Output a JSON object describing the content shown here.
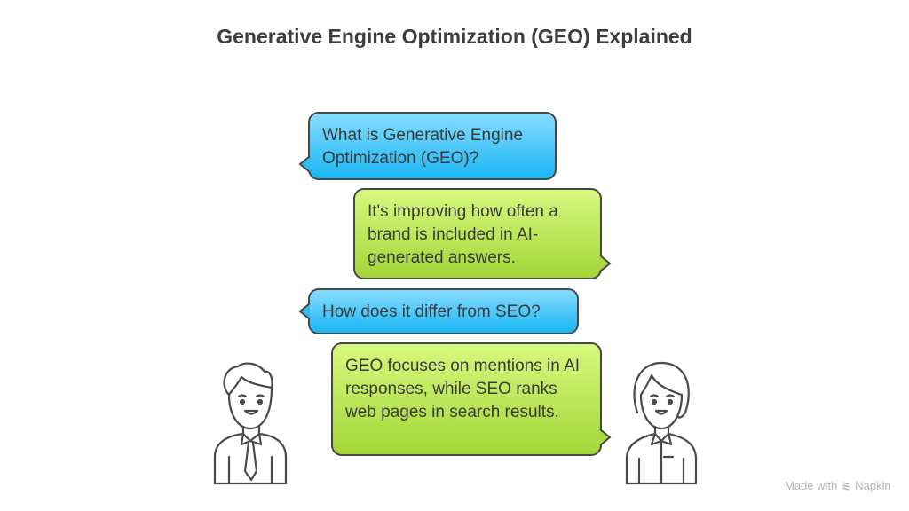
{
  "title": "Generative Engine Optimization (GEO) Explained",
  "messages": [
    {
      "speaker": "man",
      "text": "What is Generative Engine Optimization (GEO)?",
      "color": "#1ab6f3"
    },
    {
      "speaker": "woman",
      "text": "It's improving how often a brand is included in AI-generated answers.",
      "color": "#a3d638"
    },
    {
      "speaker": "man",
      "text": "How does it differ from SEO?",
      "color": "#1ab6f3"
    },
    {
      "speaker": "woman",
      "text": "GEO focuses on mentions in AI responses, while SEO ranks web pages in search results.",
      "color": "#a3d638"
    }
  ],
  "footer": {
    "prefix": "Made with",
    "brand": "Napkin",
    "icon": "napkin-logo-icon"
  }
}
